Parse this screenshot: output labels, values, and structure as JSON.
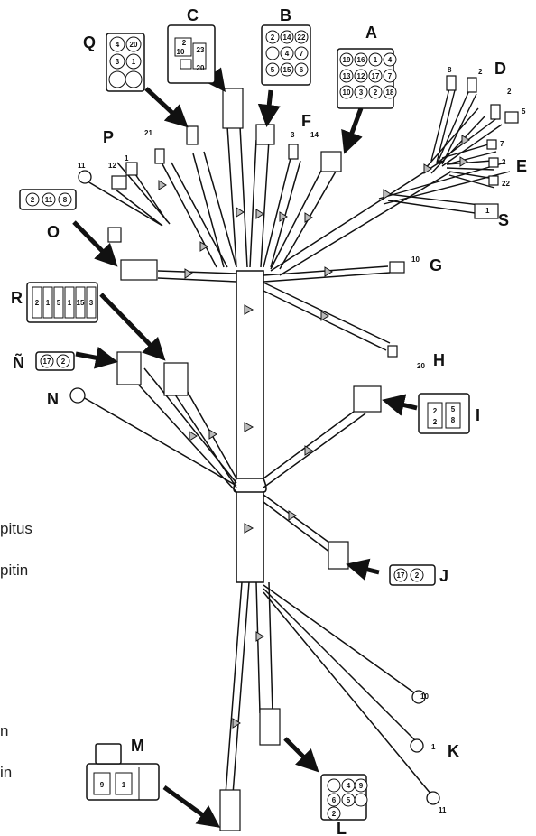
{
  "diagram": {
    "labels": {
      "A": "A",
      "B": "B",
      "C": "C",
      "D": "D",
      "E": "E",
      "F": "F",
      "G": "G",
      "H": "H",
      "I": "I",
      "J": "J",
      "K": "K",
      "L": "L",
      "M": "M",
      "N": "N",
      "Ntilde": "Ñ",
      "O": "O",
      "P": "P",
      "Q": "Q",
      "R": "R",
      "S": "S"
    },
    "connector_pins": {
      "A": [
        "1",
        "4",
        "7",
        "16",
        "17",
        "18",
        "19",
        "13",
        "12",
        "3",
        "2",
        "10"
      ],
      "B": [
        "22",
        "4",
        "7",
        "14",
        "2",
        "5",
        "15",
        "6"
      ],
      "C": [
        "23",
        "2",
        "20",
        "10"
      ],
      "Q": [
        "20",
        "3",
        "4",
        "1"
      ],
      "O": [
        "8",
        "2",
        "11"
      ],
      "R": [
        "2",
        "1",
        "5",
        "1",
        "15",
        "3"
      ],
      "Ntilde": [
        "17",
        "2"
      ],
      "I": [
        "5",
        "2",
        "8",
        "2"
      ],
      "J": [
        "17",
        "2"
      ],
      "L": [
        "4",
        "9",
        "6",
        "5",
        "2"
      ],
      "M": [
        "9",
        "1"
      ]
    },
    "wire_numbers": {
      "D1": "8",
      "D2": "2",
      "D3": "2",
      "D4": "5",
      "E1": "7",
      "E2": "2",
      "E3": "22",
      "F1": "3",
      "F2": "14",
      "P1": "21",
      "P2": "1",
      "P3": "12",
      "P4": "11",
      "G": "10",
      "H": "20",
      "K1": "10",
      "K2": "1",
      "K3": "11",
      "S": "1"
    }
  },
  "side_text": [
    "pitus",
    "pitin",
    "n",
    "in"
  ]
}
